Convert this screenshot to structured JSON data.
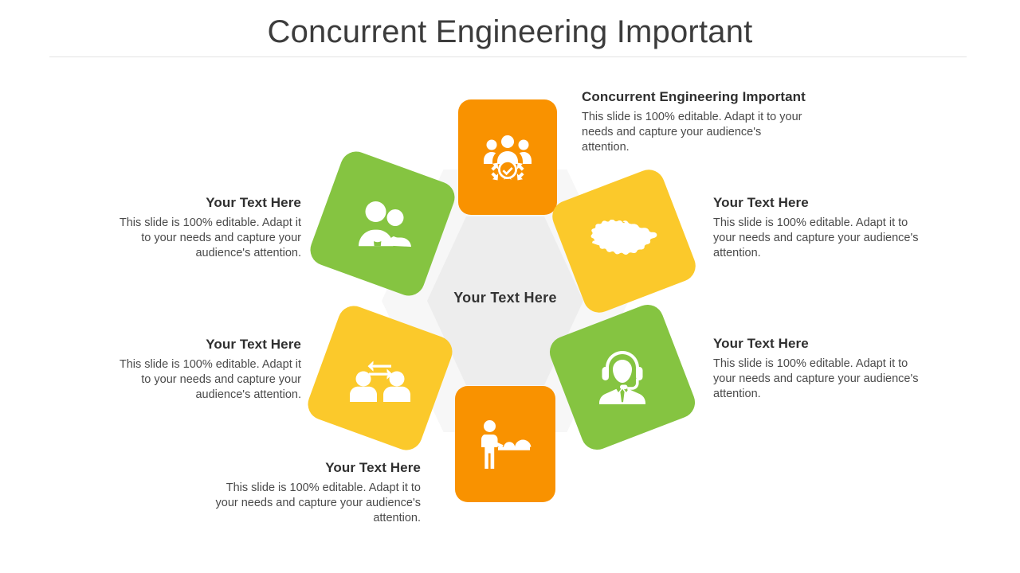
{
  "slide": {
    "title": "Concurrent Engineering Important",
    "center_label": "Your  Text Here"
  },
  "colors": {
    "orange": "#f99200",
    "yellow": "#fbc92b",
    "green": "#85c441",
    "hex_inner": "#ededed",
    "hex_outer": "#f7f7f7",
    "title_text": "#3c3c3c",
    "body_text": "#4a4a4a"
  },
  "blocks": [
    {
      "id": "top-right",
      "heading": "Concurrent Engineering Important",
      "body": "This slide is 100% editable. Adapt it to your needs and capture your audience's attention.",
      "icon": "team-approved-icon",
      "tile_color": "#f99200",
      "align": "left"
    },
    {
      "id": "upper-right",
      "heading": "Your Text Here",
      "body": "This slide is 100% editable. Adapt it to your needs and capture your audience's attention.",
      "icon": "lake-map-icon",
      "tile_color": "#fbc92b",
      "align": "left"
    },
    {
      "id": "lower-right",
      "heading": "Your Text Here",
      "body": "This slide is 100% editable. Adapt it to your needs and capture your audience's attention.",
      "icon": "support-agent-headset-icon",
      "tile_color": "#85c441",
      "align": "left"
    },
    {
      "id": "bottom-left",
      "heading": "Your Text Here",
      "body": "This slide is 100% editable. Adapt it to your needs and capture your audience's attention.",
      "icon": "worker-at-table-icon",
      "tile_color": "#f99200",
      "align": "right"
    },
    {
      "id": "lower-left",
      "heading": "Your Text Here",
      "body": "This slide is 100% editable. Adapt it to your needs and capture your audience's attention.",
      "icon": "two-people-exchange-icon",
      "tile_color": "#fbc92b",
      "align": "right"
    },
    {
      "id": "upper-left",
      "heading": "Your Text Here",
      "body": "This slide is 100% editable. Adapt it to your needs and capture your audience's attention.",
      "icon": "two-users-group-icon",
      "tile_color": "#85c441",
      "align": "right"
    }
  ]
}
